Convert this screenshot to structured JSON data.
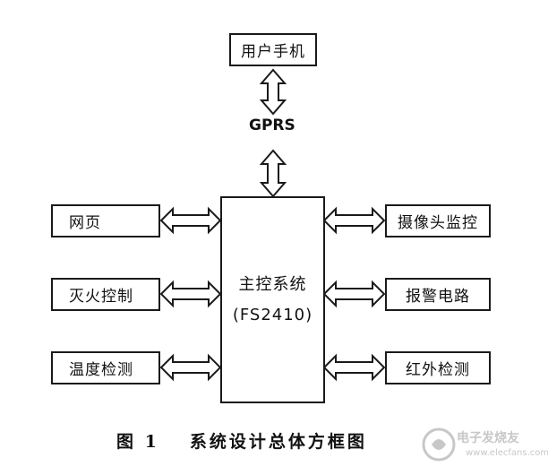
{
  "diagram": {
    "top_node": "用户手机",
    "link_label": "GPRS",
    "main_node": {
      "line1": "主控系统",
      "line2": "(FS2410)"
    },
    "left_nodes": [
      "网页",
      "灭火控制",
      "温度检测"
    ],
    "right_nodes": [
      "摄像头监控",
      "报警电路",
      "红外检测"
    ]
  },
  "caption": {
    "figure": "图 1",
    "title": "系统设计总体方框图"
  },
  "watermark": {
    "text": "电子发烧友",
    "url": "www.elecfans.com"
  },
  "colors": {
    "line": "#1a1a1a",
    "watermark": "#9a9a9a"
  }
}
